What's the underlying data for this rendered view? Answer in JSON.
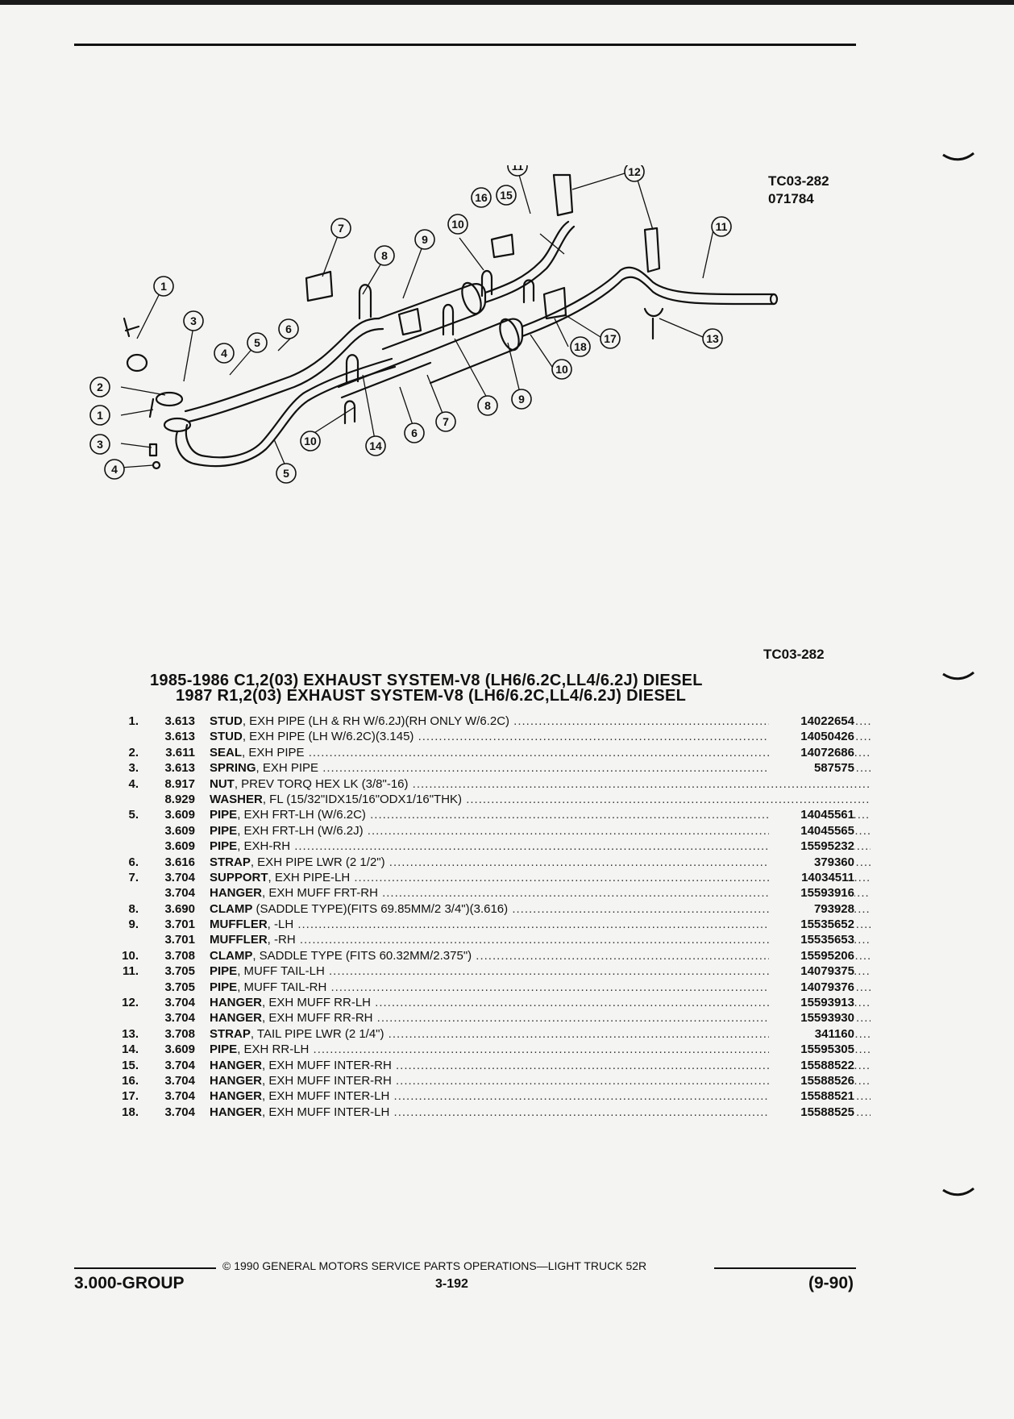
{
  "diagram": {
    "ref_code": "TC03-282",
    "ref_date": "071784",
    "ref_code_bottom": "TC03-282",
    "callouts": [
      "1",
      "2",
      "3",
      "4",
      "5",
      "6",
      "7",
      "8",
      "9",
      "10",
      "11",
      "12",
      "13",
      "14",
      "15",
      "16",
      "17",
      "18"
    ]
  },
  "titles": {
    "line1": "1985-1986 C1,2(03) EXHAUST SYSTEM-V8 (LH6/6.2C,LL4/6.2J) DIESEL",
    "line2": "1987 R1,2(03) EXHAUST SYSTEM-V8 (LH6/6.2C,LL4/6.2J) DIESEL"
  },
  "parts": [
    {
      "num": "1.",
      "group": "3.613",
      "name": "STUD",
      "desc": ", EXH PIPE (LH & RH W/6.2J)(RH ONLY W/6.2C)",
      "part": "14022654"
    },
    {
      "num": "",
      "group": "3.613",
      "name": "STUD",
      "desc": ", EXH PIPE (LH W/6.2C)(3.145)",
      "part": "14050426"
    },
    {
      "num": "2.",
      "group": "3.611",
      "name": "SEAL",
      "desc": ", EXH PIPE",
      "part": "14072686"
    },
    {
      "num": "3.",
      "group": "3.613",
      "name": "SPRING",
      "desc": ", EXH PIPE",
      "part": "587575"
    },
    {
      "num": "4.",
      "group": "8.917",
      "name": "NUT",
      "desc": ", PREV TORQ HEX LK (3/8\"-16)",
      "part": ""
    },
    {
      "num": "",
      "group": "8.929",
      "name": "WASHER",
      "desc": ", FL (15/32\"IDX15/16\"ODX1/16\"THK)",
      "part": ""
    },
    {
      "num": "5.",
      "group": "3.609",
      "name": "PIPE",
      "desc": ", EXH FRT-LH (W/6.2C)",
      "part": "14045561"
    },
    {
      "num": "",
      "group": "3.609",
      "name": "PIPE",
      "desc": ", EXH FRT-LH (W/6.2J)",
      "part": "14045565"
    },
    {
      "num": "",
      "group": "3.609",
      "name": "PIPE",
      "desc": ", EXH-RH",
      "part": "15595232"
    },
    {
      "num": "6.",
      "group": "3.616",
      "name": "STRAP",
      "desc": ", EXH PIPE LWR (2 1/2\")",
      "part": "379360"
    },
    {
      "num": "7.",
      "group": "3.704",
      "name": "SUPPORT",
      "desc": ", EXH PIPE-LH",
      "part": "14034511"
    },
    {
      "num": "",
      "group": "3.704",
      "name": "HANGER",
      "desc": ", EXH MUFF FRT-RH",
      "part": "15593916"
    },
    {
      "num": "8.",
      "group": "3.690",
      "name": "CLAMP",
      "desc": " (SADDLE TYPE)(FITS 69.85MM/2 3/4\")(3.616)",
      "part": "793928"
    },
    {
      "num": "9.",
      "group": "3.701",
      "name": "MUFFLER",
      "desc": ", -LH",
      "part": "15535652"
    },
    {
      "num": "",
      "group": "3.701",
      "name": "MUFFLER",
      "desc": ", -RH",
      "part": "15535653"
    },
    {
      "num": "10.",
      "group": "3.708",
      "name": "CLAMP",
      "desc": ", SADDLE TYPE (FITS 60.32MM/2.375\")",
      "part": "15595206"
    },
    {
      "num": "11.",
      "group": "3.705",
      "name": "PIPE",
      "desc": ", MUFF TAIL-LH",
      "part": "14079375"
    },
    {
      "num": "",
      "group": "3.705",
      "name": "PIPE",
      "desc": ", MUFF TAIL-RH",
      "part": "14079376"
    },
    {
      "num": "12.",
      "group": "3.704",
      "name": "HANGER",
      "desc": ", EXH MUFF RR-LH",
      "part": "15593913"
    },
    {
      "num": "",
      "group": "3.704",
      "name": "HANGER",
      "desc": ", EXH MUFF RR-RH",
      "part": "15593930"
    },
    {
      "num": "13.",
      "group": "3.708",
      "name": "STRAP",
      "desc": ", TAIL PIPE LWR (2 1/4\")",
      "part": "341160"
    },
    {
      "num": "14.",
      "group": "3.609",
      "name": "PIPE",
      "desc": ", EXH RR-LH",
      "part": "15595305"
    },
    {
      "num": "15.",
      "group": "3.704",
      "name": "HANGER",
      "desc": ", EXH MUFF INTER-RH",
      "part": "15588522"
    },
    {
      "num": "16.",
      "group": "3.704",
      "name": "HANGER",
      "desc": ", EXH MUFF INTER-RH",
      "part": "15588526"
    },
    {
      "num": "17.",
      "group": "3.704",
      "name": "HANGER",
      "desc": ", EXH MUFF INTER-LH",
      "part": "15588521"
    },
    {
      "num": "18.",
      "group": "3.704",
      "name": "HANGER",
      "desc": ", EXH MUFF INTER-LH",
      "part": "15588525"
    }
  ],
  "footer": {
    "copyright": "© 1990 GENERAL MOTORS SERVICE PARTS OPERATIONS—LIGHT TRUCK 52R",
    "group": "3.000-GROUP",
    "page": "3-192",
    "date": "(9-90)"
  }
}
